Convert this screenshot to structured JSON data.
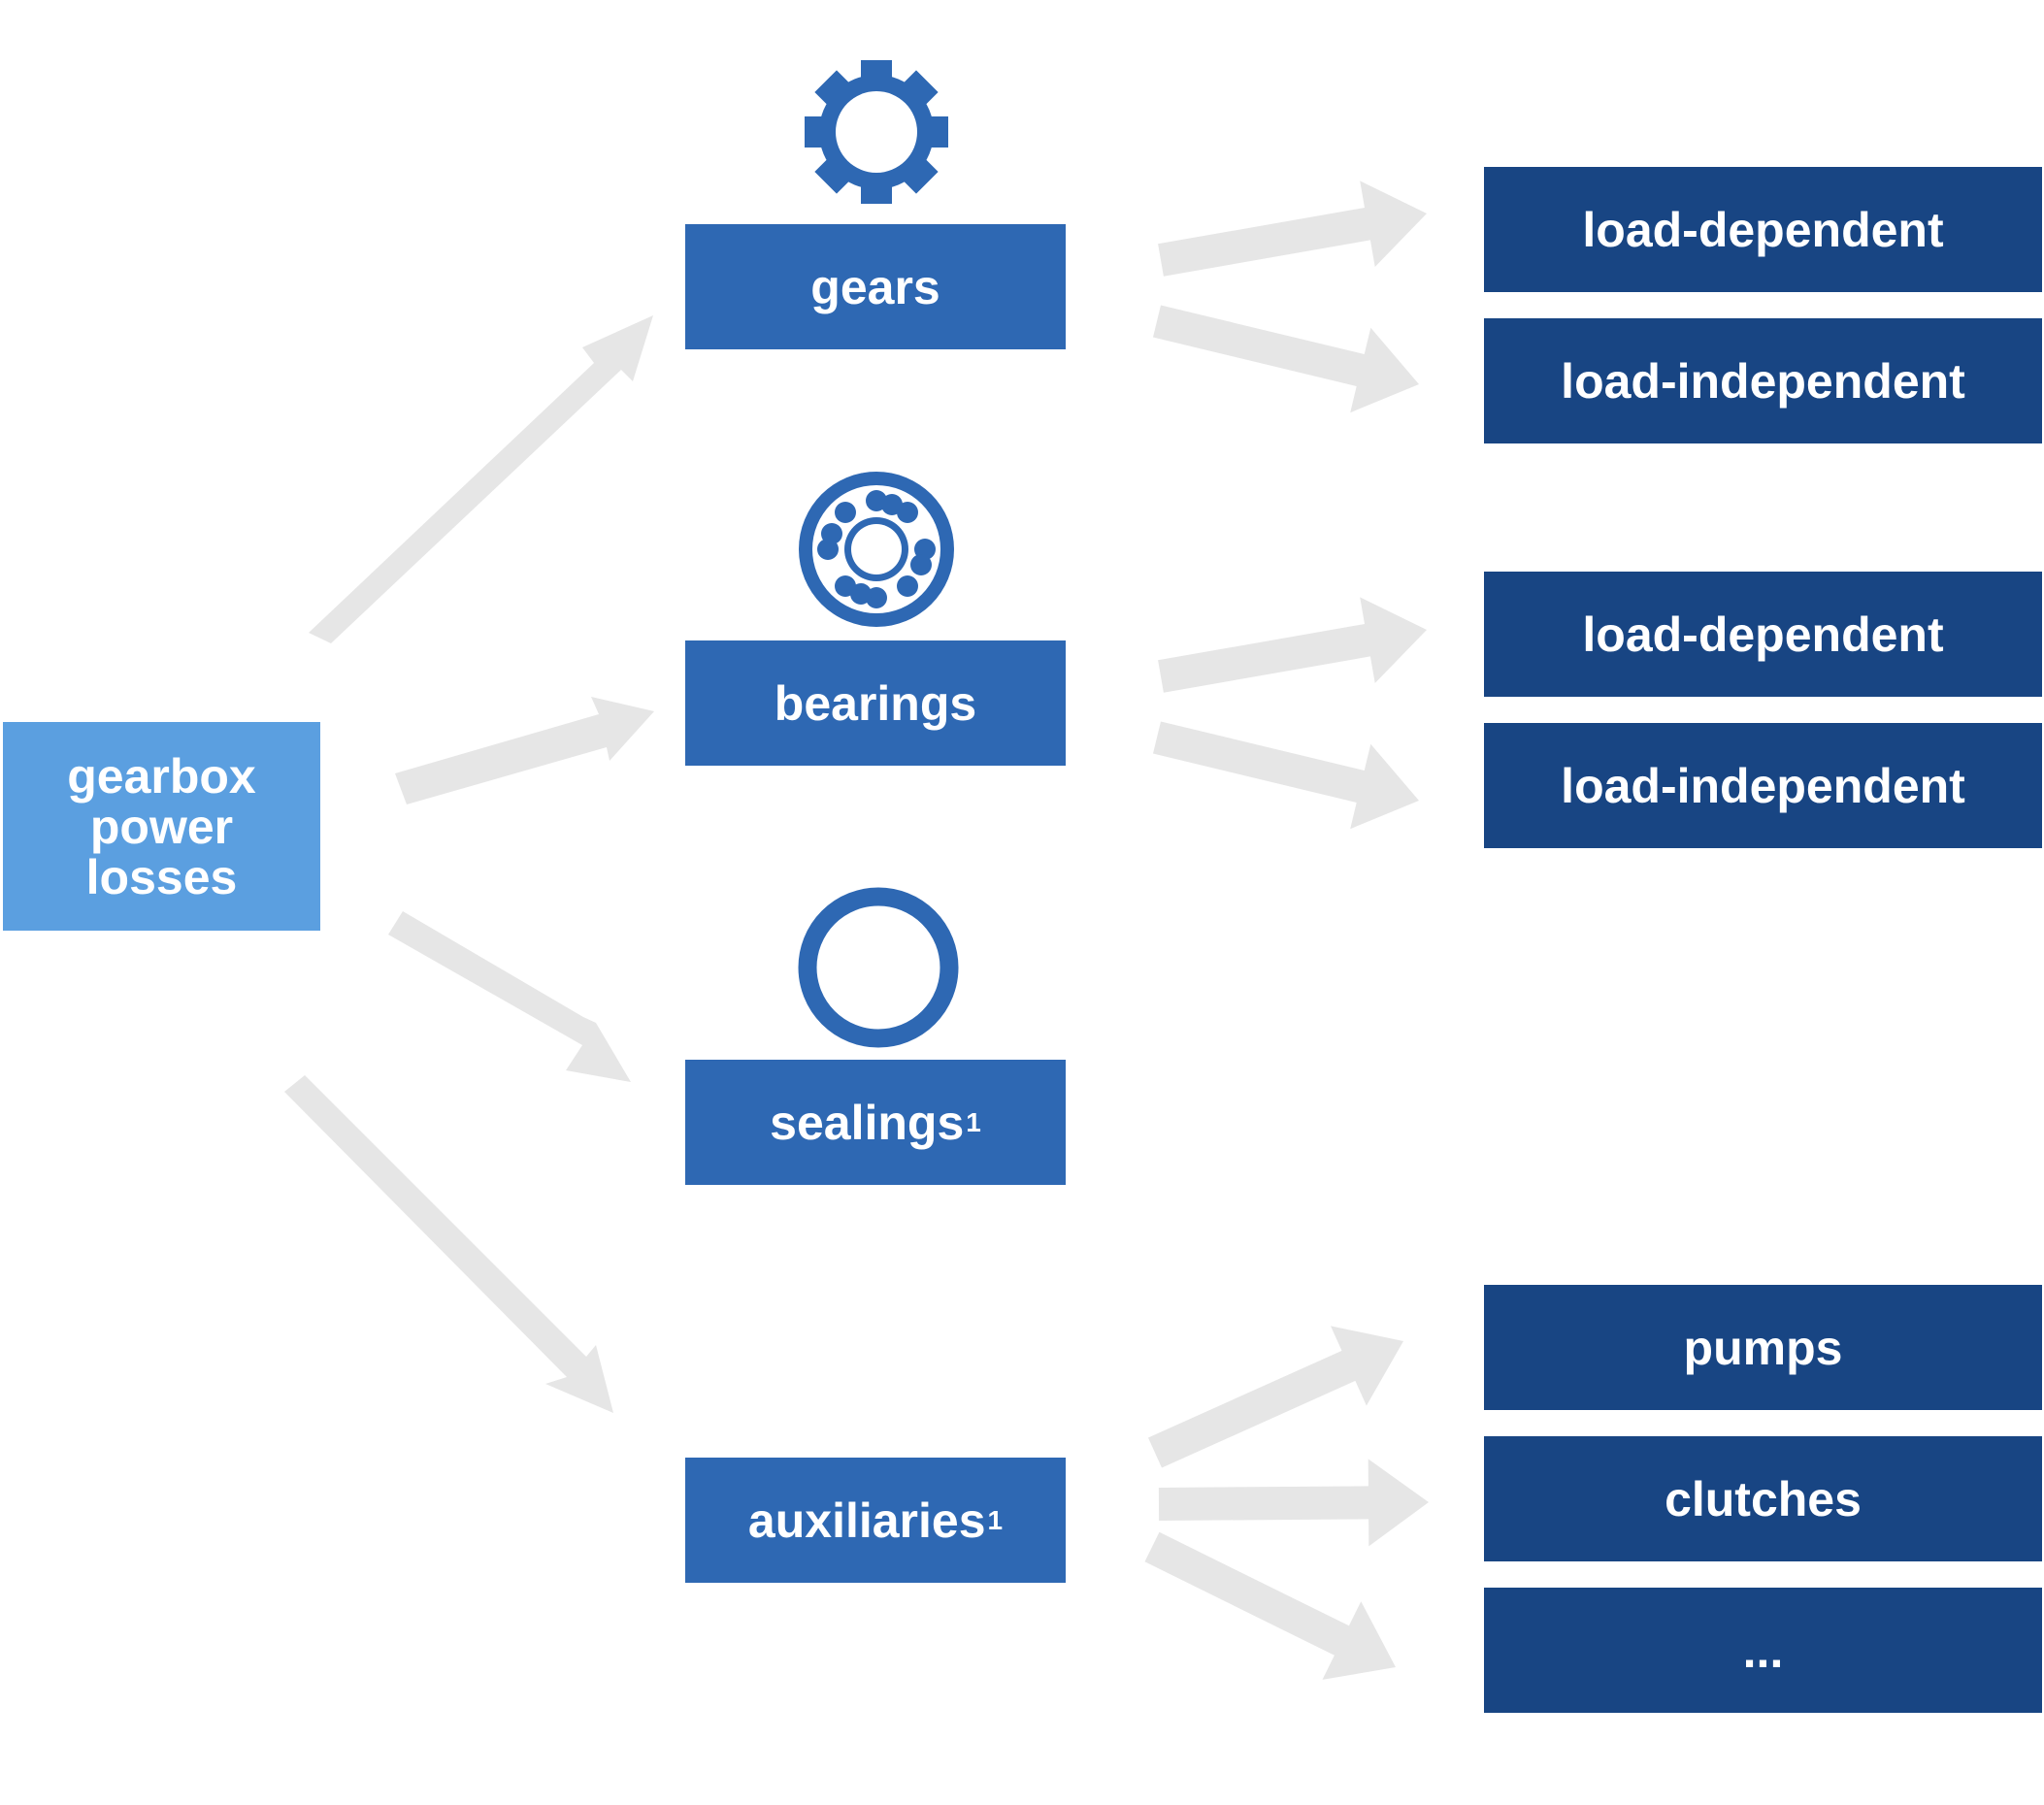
{
  "colors": {
    "root_fill": "#5b9fe0",
    "mid_fill": "#2e68b3",
    "leaf_fill": "#184583",
    "arrow_fill": "#e6e6e6",
    "icon_color": "#2e68b3",
    "text": "#ffffff"
  },
  "root": {
    "line1": "gearbox",
    "line2": "power",
    "line3": "losses"
  },
  "categories": [
    {
      "label": "gears",
      "sup": "",
      "icon": "gear-icon"
    },
    {
      "label": "bearings",
      "sup": "",
      "icon": "bearing-icon"
    },
    {
      "label": "sealings",
      "sup": "1",
      "icon": "seal-ring-icon"
    },
    {
      "label": "auxiliaries",
      "sup": "1",
      "icon": ""
    }
  ],
  "subcategories": {
    "gears": [
      "load-dependent",
      "load-independent"
    ],
    "bearings": [
      "load-dependent",
      "load-independent"
    ],
    "auxiliaries": [
      "pumps",
      "clutches",
      "..."
    ]
  }
}
